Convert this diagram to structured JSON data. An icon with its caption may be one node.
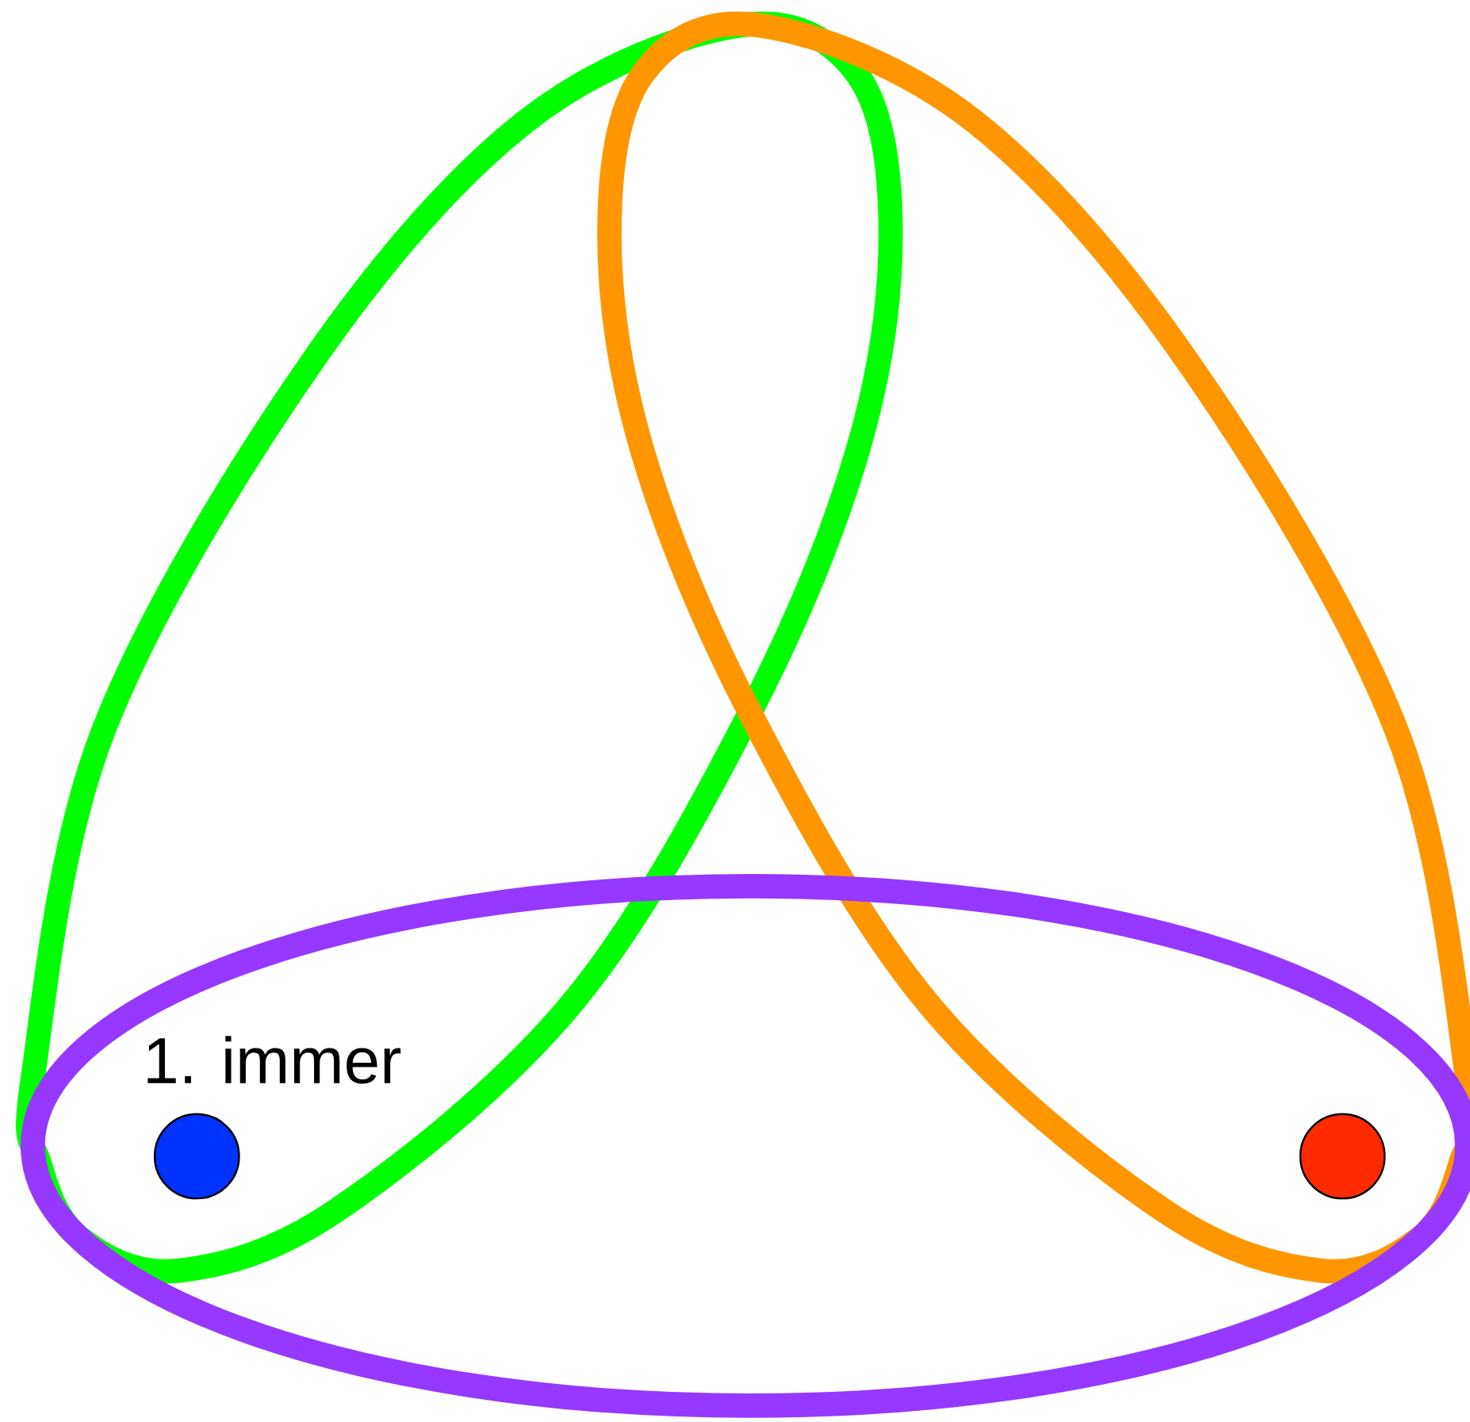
{
  "diagram": {
    "nodes": [
      {
        "text": [],
        "shape": "circle"
      },
      {
        "text": [],
        "shape": "circle"
      }
    ],
    "labels": [
      "1. immer"
    ]
  }
}
